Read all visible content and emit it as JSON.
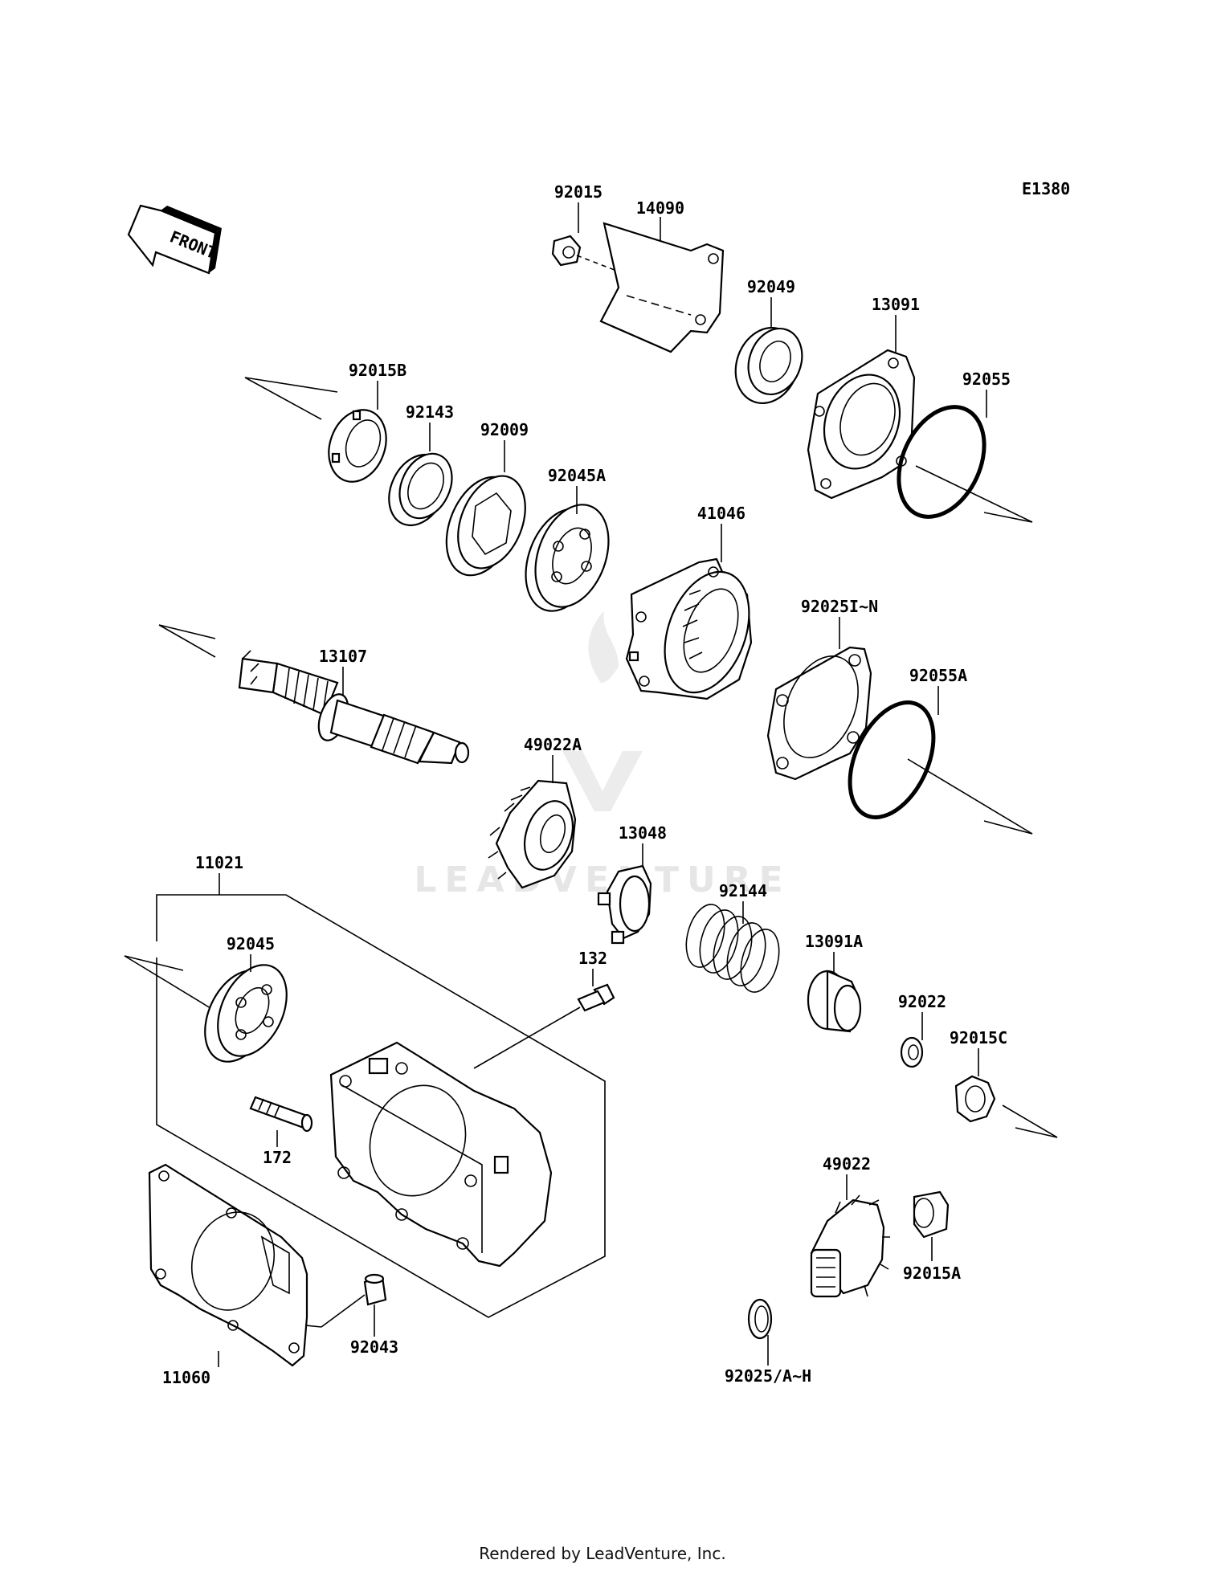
{
  "diagram_code": "E1380",
  "front_label": "FRONT",
  "watermark": "LEADVENTURE",
  "footer": "Rendered by LeadVenture, Inc.",
  "parts": {
    "p92015": "92015",
    "p14090": "14090",
    "p92049": "92049",
    "p13091": "13091",
    "p92055": "92055",
    "p92015B": "92015B",
    "p92143": "92143",
    "p92009": "92009",
    "p92045A": "92045A",
    "p41046": "41046",
    "p92025IN": "92025I~N",
    "p13107": "13107",
    "p92055A": "92055A",
    "p49022A": "49022A",
    "p13048": "13048",
    "p92144": "92144",
    "p11021": "11021",
    "p92045": "92045",
    "p132": "132",
    "p13091A": "13091A",
    "p92022": "92022",
    "p92015C": "92015C",
    "p172": "172",
    "p49022": "49022",
    "p92015A": "92015A",
    "p11060": "11060",
    "p92043": "92043",
    "p92025AH": "92025/A~H"
  }
}
